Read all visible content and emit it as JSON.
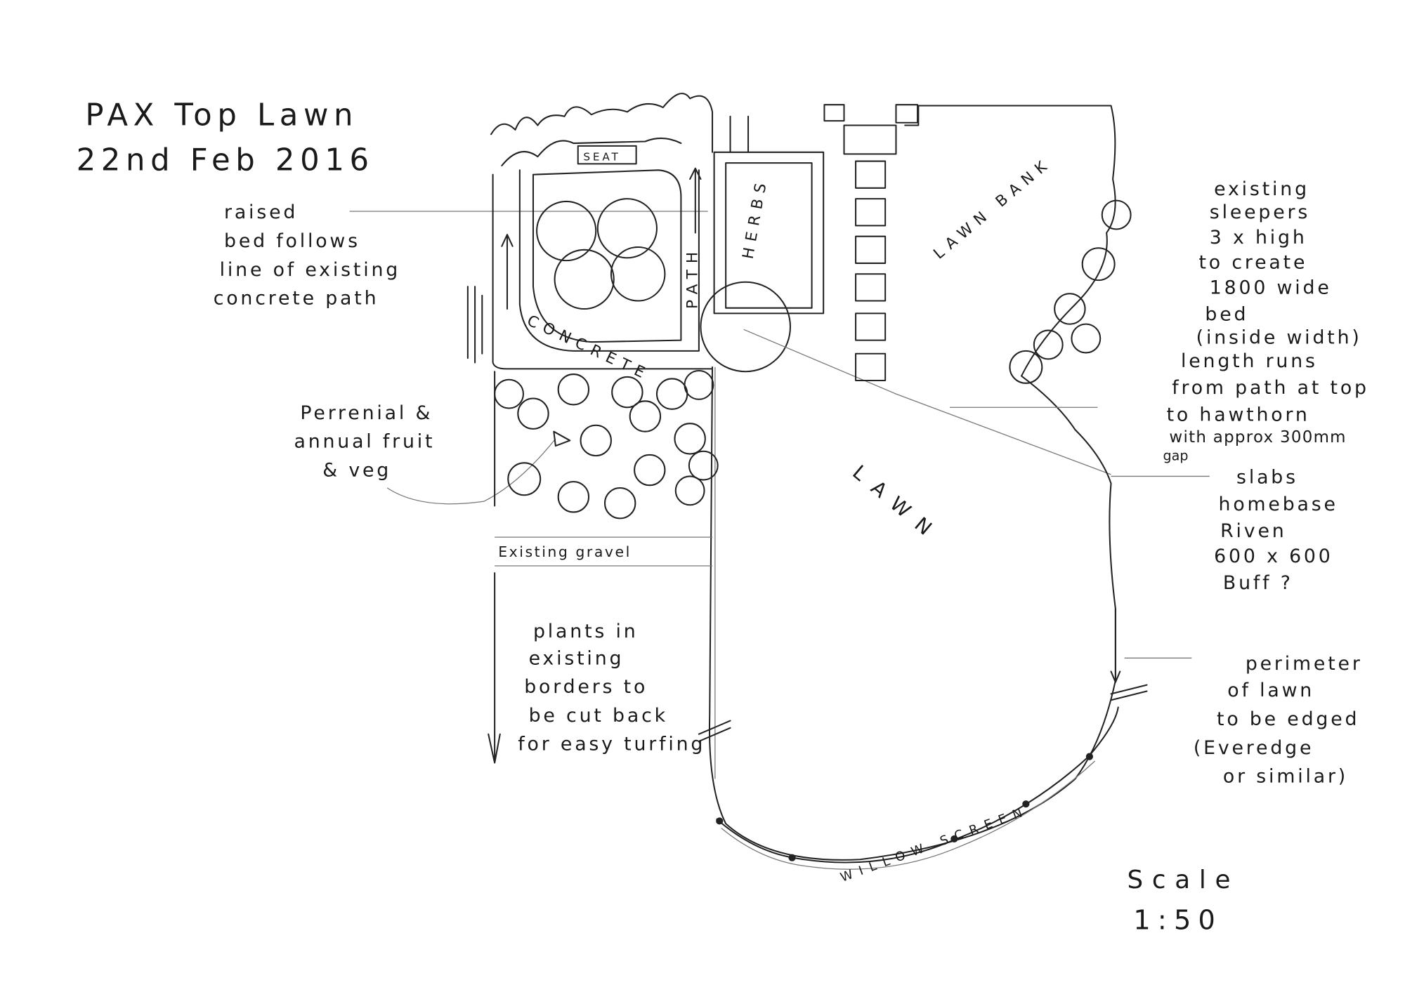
{
  "title": {
    "line1": "PAX Top Lawn",
    "line2": "22nd Feb 2016"
  },
  "plan_labels": {
    "seat": "SEAT",
    "herbs": "HERBS",
    "path": "PATH",
    "concrete": "CONCRETE",
    "lawn_bank": "LAWN BANK",
    "lawn": "LAWN",
    "existing_gravel": "Existing gravel",
    "willow_screen": "WILLOW SCREEN"
  },
  "notes": {
    "raised_bed": [
      "raised",
      "bed follows",
      "line of existing",
      "concrete path"
    ],
    "perennial": [
      "Perrenial &",
      "annual fruit",
      "& veg"
    ],
    "plants_borders": [
      "plants in",
      "existing",
      "borders to",
      "be cut back",
      "for easy turfing"
    ],
    "sleepers": [
      "existing",
      "sleepers",
      "3 x high",
      "to create",
      "1800 wide",
      "bed",
      "(inside width)",
      "length runs",
      "from path at top",
      "to hawthorn",
      "with approx 300mm",
      "gap"
    ],
    "slabs": [
      "slabs",
      "homebase",
      "Riven",
      "600 x 600",
      "Buff ?"
    ],
    "perimeter": [
      "perimeter",
      "of lawn",
      "to be edged",
      "(Everedge",
      "or similar)"
    ],
    "scale": [
      "Scale",
      "1:50"
    ]
  }
}
